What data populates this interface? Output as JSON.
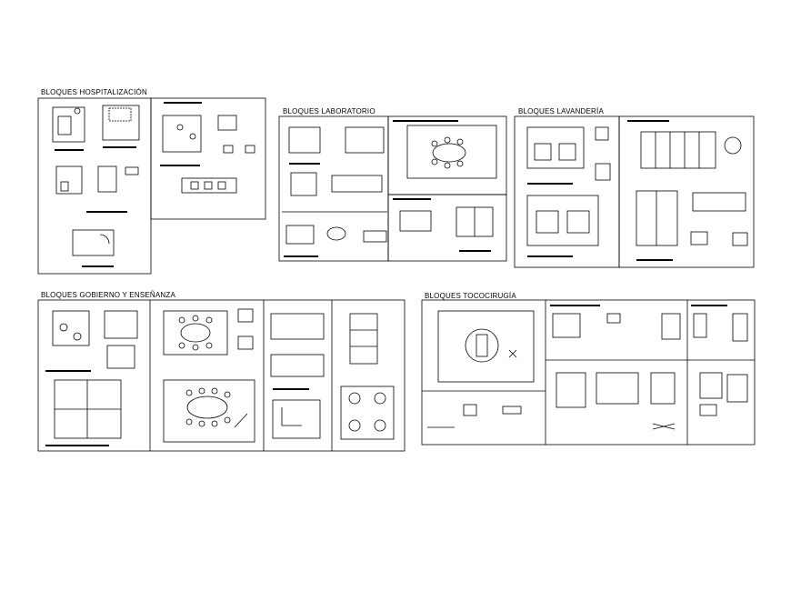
{
  "sections": {
    "hospitalizacion": {
      "title": "BLOQUES HOSPITALIZACIÓN"
    },
    "laboratorio": {
      "title": "BLOQUES LABORATORIO"
    },
    "lavanderia": {
      "title": "BLOQUES LAVANDERÍA"
    },
    "gobierno": {
      "title": "BLOQUES GOBIERNO Y ENSEÑANZA"
    },
    "tococirugia": {
      "title": "BLOQUES TOCOCIRUGÍA"
    }
  },
  "colors": {
    "line": "#000000",
    "dimension": "#000000",
    "background": "#ffffff"
  }
}
